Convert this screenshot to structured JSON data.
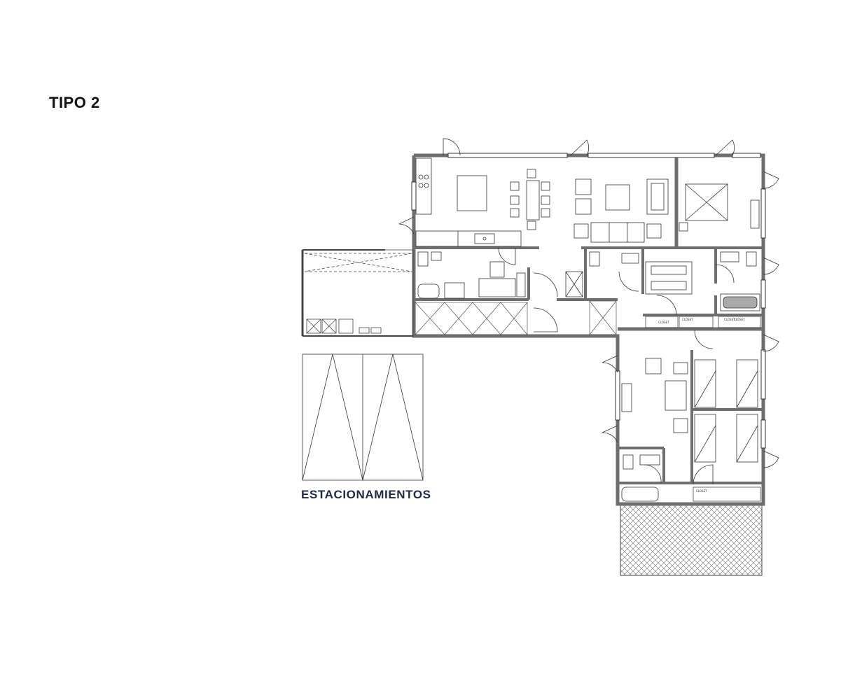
{
  "plan": {
    "title": "TIPO 2",
    "parking_label": "ESTACIONAMIENTOS",
    "closet_label": "CLOSET"
  },
  "colors": {
    "wall": "#6e6e6e",
    "line": "#333333",
    "text_dark": "#111111",
    "text_navy": "#1f2a48"
  }
}
